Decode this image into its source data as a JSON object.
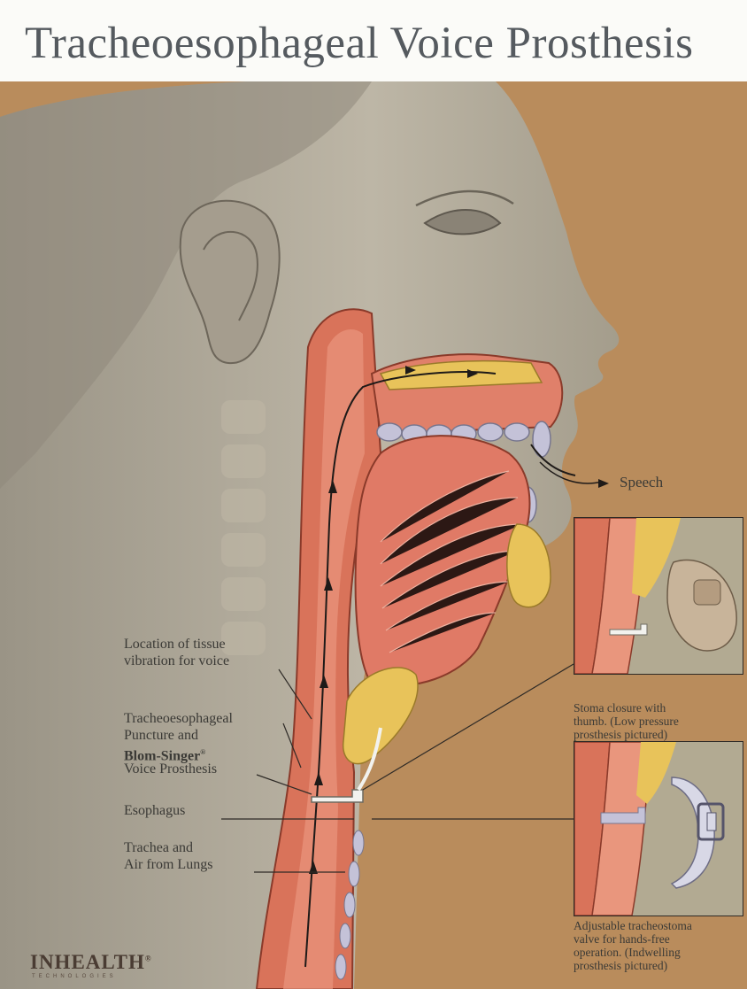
{
  "title": "Tracheoesophageal Voice Prosthesis",
  "labels": {
    "speech": "Speech",
    "vibration_line1": "Location of tissue",
    "vibration_line2": "vibration for voice",
    "puncture_line1": "Tracheoesophageal",
    "puncture_line2": "Puncture and",
    "puncture_brand": "Blom-Singer",
    "puncture_brand_mark": "®",
    "puncture_line4": "Voice Prosthesis",
    "esophagus": "Esophagus",
    "trachea_line1": "Trachea and",
    "trachea_line2": "Air from Lungs"
  },
  "insets": {
    "top_caption": [
      "Stoma closure with",
      "thumb. (Low pressure",
      "prosthesis pictured)"
    ],
    "bottom_caption": [
      "Adjustable tracheostoma",
      "valve for hands-free",
      "operation.  (Indwelling",
      "prosthesis pictured)"
    ]
  },
  "logo": {
    "name": "INHEALTH",
    "mark": "®",
    "subtitle": "TECHNOLOGIES"
  },
  "colors": {
    "background": "#b98c5c",
    "skin": "#b0a898",
    "tissue": "#d9735a",
    "bone": "#e8c35a",
    "prosthesis": "#f2f2ee"
  }
}
